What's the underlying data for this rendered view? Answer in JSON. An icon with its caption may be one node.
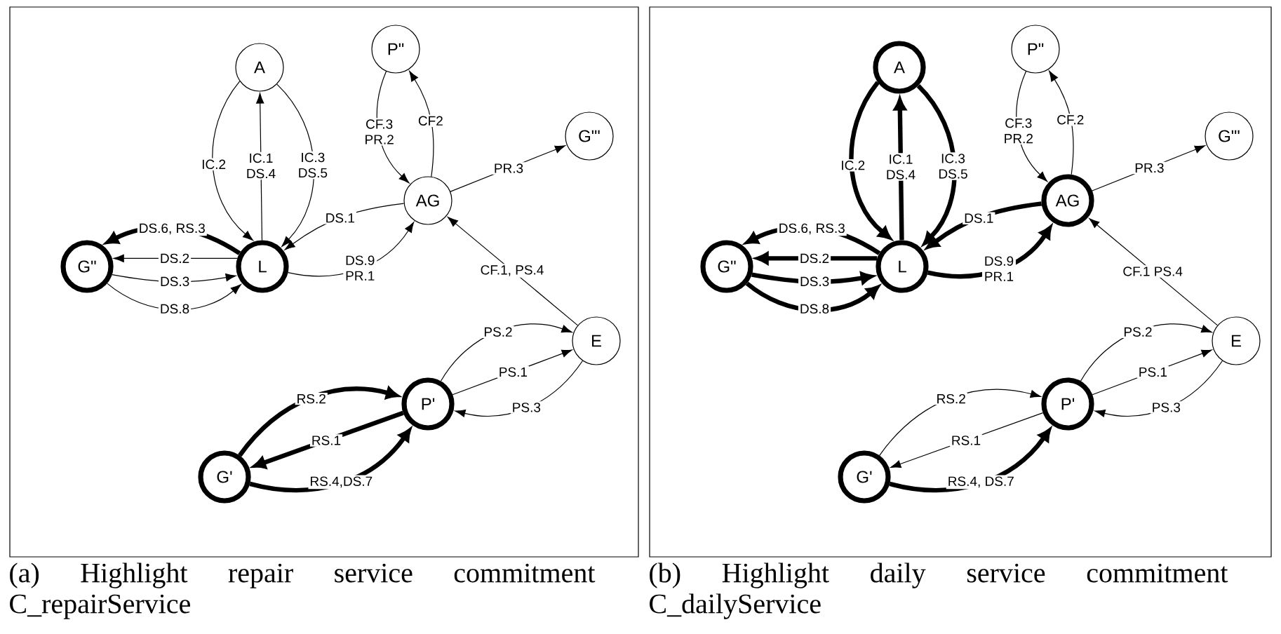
{
  "diagram": {
    "nodes": [
      {
        "text": [],
        "shape": "box"
      },
      {
        "text": [
          "A"
        ],
        "in": 0
      },
      {
        "text": [
          "P\""
        ],
        "in": 0
      },
      {
        "text": [
          "G\"'"
        ],
        "in": 0
      },
      {
        "text": [
          "AG"
        ],
        "in": 0
      },
      {
        "text": [
          "G\""
        ],
        "in": 0
      },
      {
        "text": [
          "L"
        ],
        "in": 0
      },
      {
        "text": [
          "E"
        ],
        "in": 0
      },
      {
        "text": [
          "P'"
        ],
        "in": 0
      },
      {
        "text": [
          "G'"
        ],
        "in": 0
      },
      {
        "text": [],
        "shape": "box"
      },
      {
        "text": [
          "A"
        ],
        "in": 10
      },
      {
        "text": [
          "P\""
        ],
        "in": 10
      },
      {
        "text": [
          "G\"'"
        ],
        "in": 10
      },
      {
        "text": [
          "AG"
        ],
        "in": 10
      },
      {
        "text": [
          "G\""
        ],
        "in": 10
      },
      {
        "text": [
          "L"
        ],
        "in": 10
      },
      {
        "text": [
          "E"
        ],
        "in": 10
      },
      {
        "text": [
          "P'"
        ],
        "in": 10
      },
      {
        "text": [
          "G'"
        ],
        "in": 10
      }
    ],
    "edges": [
      {
        "from": 6,
        "to": 1,
        "arrow": "to",
        "label": "IC.1 DS.4"
      },
      {
        "from": 1,
        "to": 6,
        "arrow": "to",
        "label": "IC.2"
      },
      {
        "from": 1,
        "to": 6,
        "arrow": "to",
        "label": "IC.3 DS.5"
      },
      {
        "from": 6,
        "to": 5,
        "arrow": "to",
        "label": "DS.6, RS.3",
        "style": "thick"
      },
      {
        "from": 6,
        "to": 5,
        "arrow": "to",
        "label": "DS.2"
      },
      {
        "from": 5,
        "to": 6,
        "arrow": "to",
        "label": "DS.3"
      },
      {
        "from": 5,
        "to": 6,
        "arrow": "to",
        "label": "DS.8"
      },
      {
        "from": 4,
        "to": 6,
        "arrow": "to",
        "label": "DS.1"
      },
      {
        "from": 6,
        "to": 4,
        "arrow": "to",
        "label": "DS.9 PR.1"
      },
      {
        "from": 4,
        "to": 2,
        "arrow": "to",
        "label": "CF2"
      },
      {
        "from": 2,
        "to": 4,
        "arrow": "to",
        "label": "CF.3 PR.2"
      },
      {
        "from": 4,
        "to": 3,
        "arrow": "to",
        "label": "PR.3"
      },
      {
        "from": 7,
        "to": 4,
        "arrow": "to",
        "label": "CF.1, PS.4"
      },
      {
        "from": 8,
        "to": 7,
        "arrow": "to",
        "label": "PS.2"
      },
      {
        "from": 8,
        "to": 7,
        "arrow": "to",
        "label": "PS.1"
      },
      {
        "from": 7,
        "to": 8,
        "arrow": "to",
        "label": "PS.3"
      },
      {
        "from": 9,
        "to": 8,
        "arrow": "to",
        "label": "RS.2",
        "style": "thick"
      },
      {
        "from": 8,
        "to": 9,
        "arrow": "to",
        "label": "RS.1",
        "style": "thick"
      },
      {
        "from": 9,
        "to": 8,
        "arrow": "to",
        "label": "RS.4,DS.7",
        "style": "thick"
      },
      {
        "from": 16,
        "to": 11,
        "arrow": "to",
        "label": "IC.1 DS.4",
        "style": "thick"
      },
      {
        "from": 11,
        "to": 16,
        "arrow": "to",
        "label": "IC.2",
        "style": "thick"
      },
      {
        "from": 11,
        "to": 16,
        "arrow": "to",
        "label": "IC.3 DS.5",
        "style": "thick"
      },
      {
        "from": 16,
        "to": 15,
        "arrow": "to",
        "label": "DS.6, RS.3",
        "style": "thick"
      },
      {
        "from": 16,
        "to": 15,
        "arrow": "to",
        "label": "DS.2",
        "style": "thick"
      },
      {
        "from": 15,
        "to": 16,
        "arrow": "to",
        "label": "DS.3",
        "style": "thick"
      },
      {
        "from": 15,
        "to": 16,
        "arrow": "to",
        "label": "DS.8",
        "style": "thick"
      },
      {
        "from": 14,
        "to": 16,
        "arrow": "to",
        "label": "DS.1",
        "style": "thick"
      },
      {
        "from": 16,
        "to": 14,
        "arrow": "to",
        "label": "DS.9 PR.1",
        "style": "thick"
      },
      {
        "from": 14,
        "to": 12,
        "arrow": "to",
        "label": "CF.2"
      },
      {
        "from": 12,
        "to": 14,
        "arrow": "to",
        "label": "CF.3 PR.2"
      },
      {
        "from": 14,
        "to": 13,
        "arrow": "to",
        "label": "PR.3"
      },
      {
        "from": 17,
        "to": 14,
        "arrow": "to",
        "label": "CF.1 PS.4"
      },
      {
        "from": 18,
        "to": 17,
        "arrow": "to",
        "label": "PS.2"
      },
      {
        "from": 18,
        "to": 17,
        "arrow": "to",
        "label": "PS.1"
      },
      {
        "from": 17,
        "to": 18,
        "arrow": "to",
        "label": "PS.3"
      },
      {
        "from": 19,
        "to": 18,
        "arrow": "to",
        "label": "RS.2"
      },
      {
        "from": 18,
        "to": 19,
        "arrow": "to",
        "label": "RS.1"
      },
      {
        "from": 19,
        "to": 18,
        "arrow": "to",
        "label": "RS.4, DS.7",
        "style": "thick"
      }
    ],
    "labels": [
      "(a) Highlight repair service commitment C_repairService",
      "(b) Highlight daily service commitment C_dailyService"
    ]
  }
}
